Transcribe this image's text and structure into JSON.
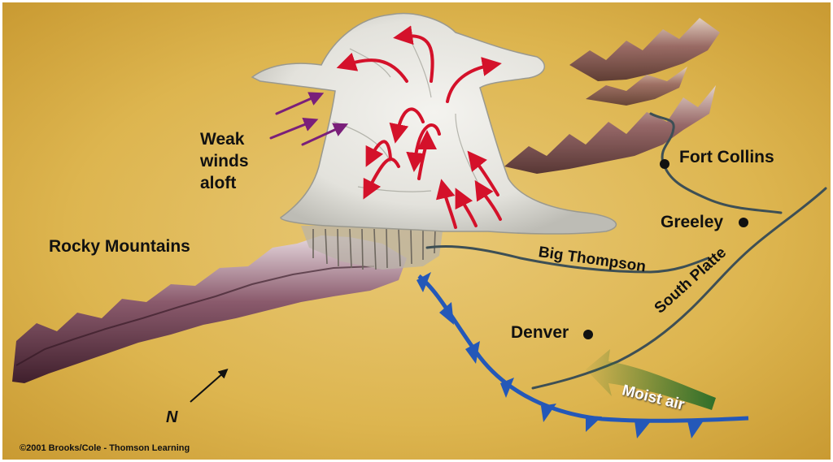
{
  "labels": {
    "weak_winds": [
      "Weak",
      "winds",
      "aloft"
    ],
    "rocky_mountains": "Rocky Mountains",
    "fort_collins": "Fort Collins",
    "greeley": "Greeley",
    "denver": "Denver",
    "big_thompson": "Big Thompson",
    "south_platte": "South Platte",
    "moist_air": "Moist air",
    "north": "N",
    "copyright": "©2001 Brooks/Cole - Thomson Learning"
  },
  "colors": {
    "background": "#e2bf5c",
    "cloud": "#ecebe6",
    "updraft_arrows": "#d4112a",
    "wind_arrows": "#7a1f7a",
    "front": "#2458b8",
    "moist_air_arrow": "#2f6f2a",
    "mountains": "#5e3346",
    "rivers": "#3d4f55"
  }
}
